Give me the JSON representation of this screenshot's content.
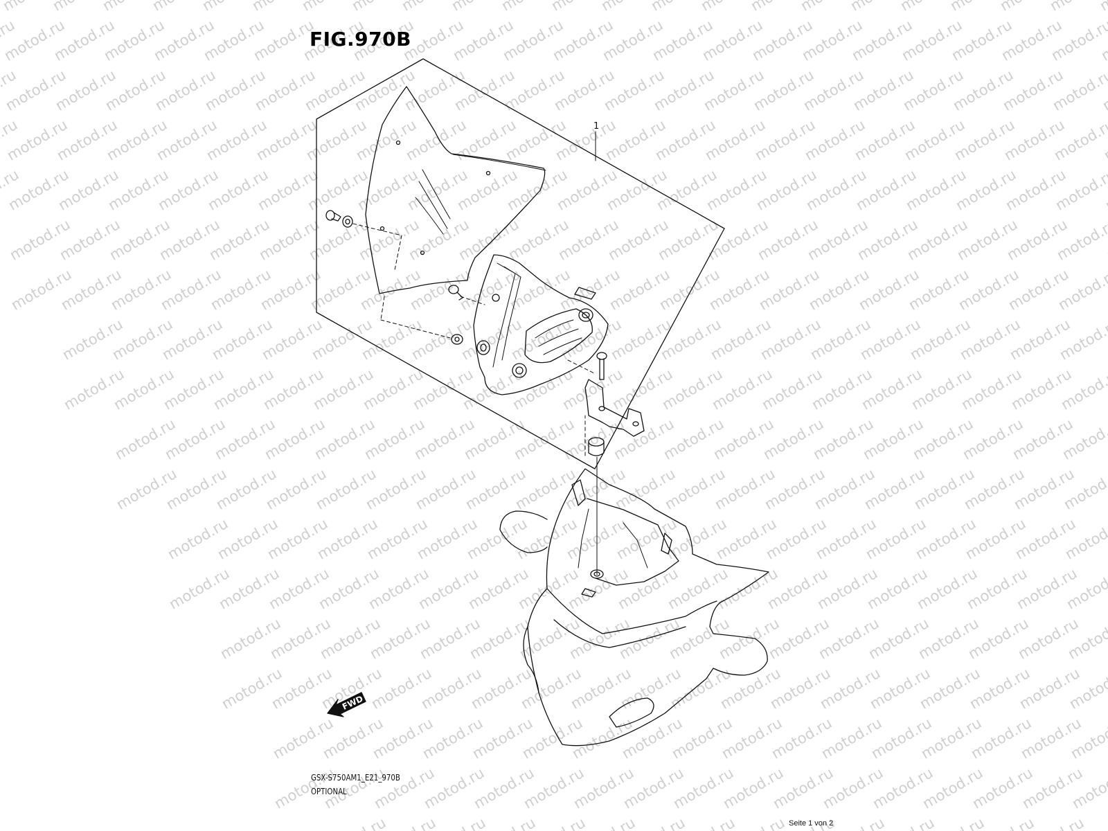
{
  "figure": {
    "title": "FIG.970B",
    "code": "GSX-S750AM1_E21_970B",
    "note": "OPTIONAL",
    "page": "Seite 1 von 2"
  },
  "callouts": [
    {
      "number": "1"
    }
  ],
  "direction_arrow": {
    "label": "FWD"
  },
  "watermark": {
    "text": "motod.ru"
  },
  "colors": {
    "line": "#111111",
    "watermark": "#cfcfcf",
    "background": "#ffffff"
  }
}
